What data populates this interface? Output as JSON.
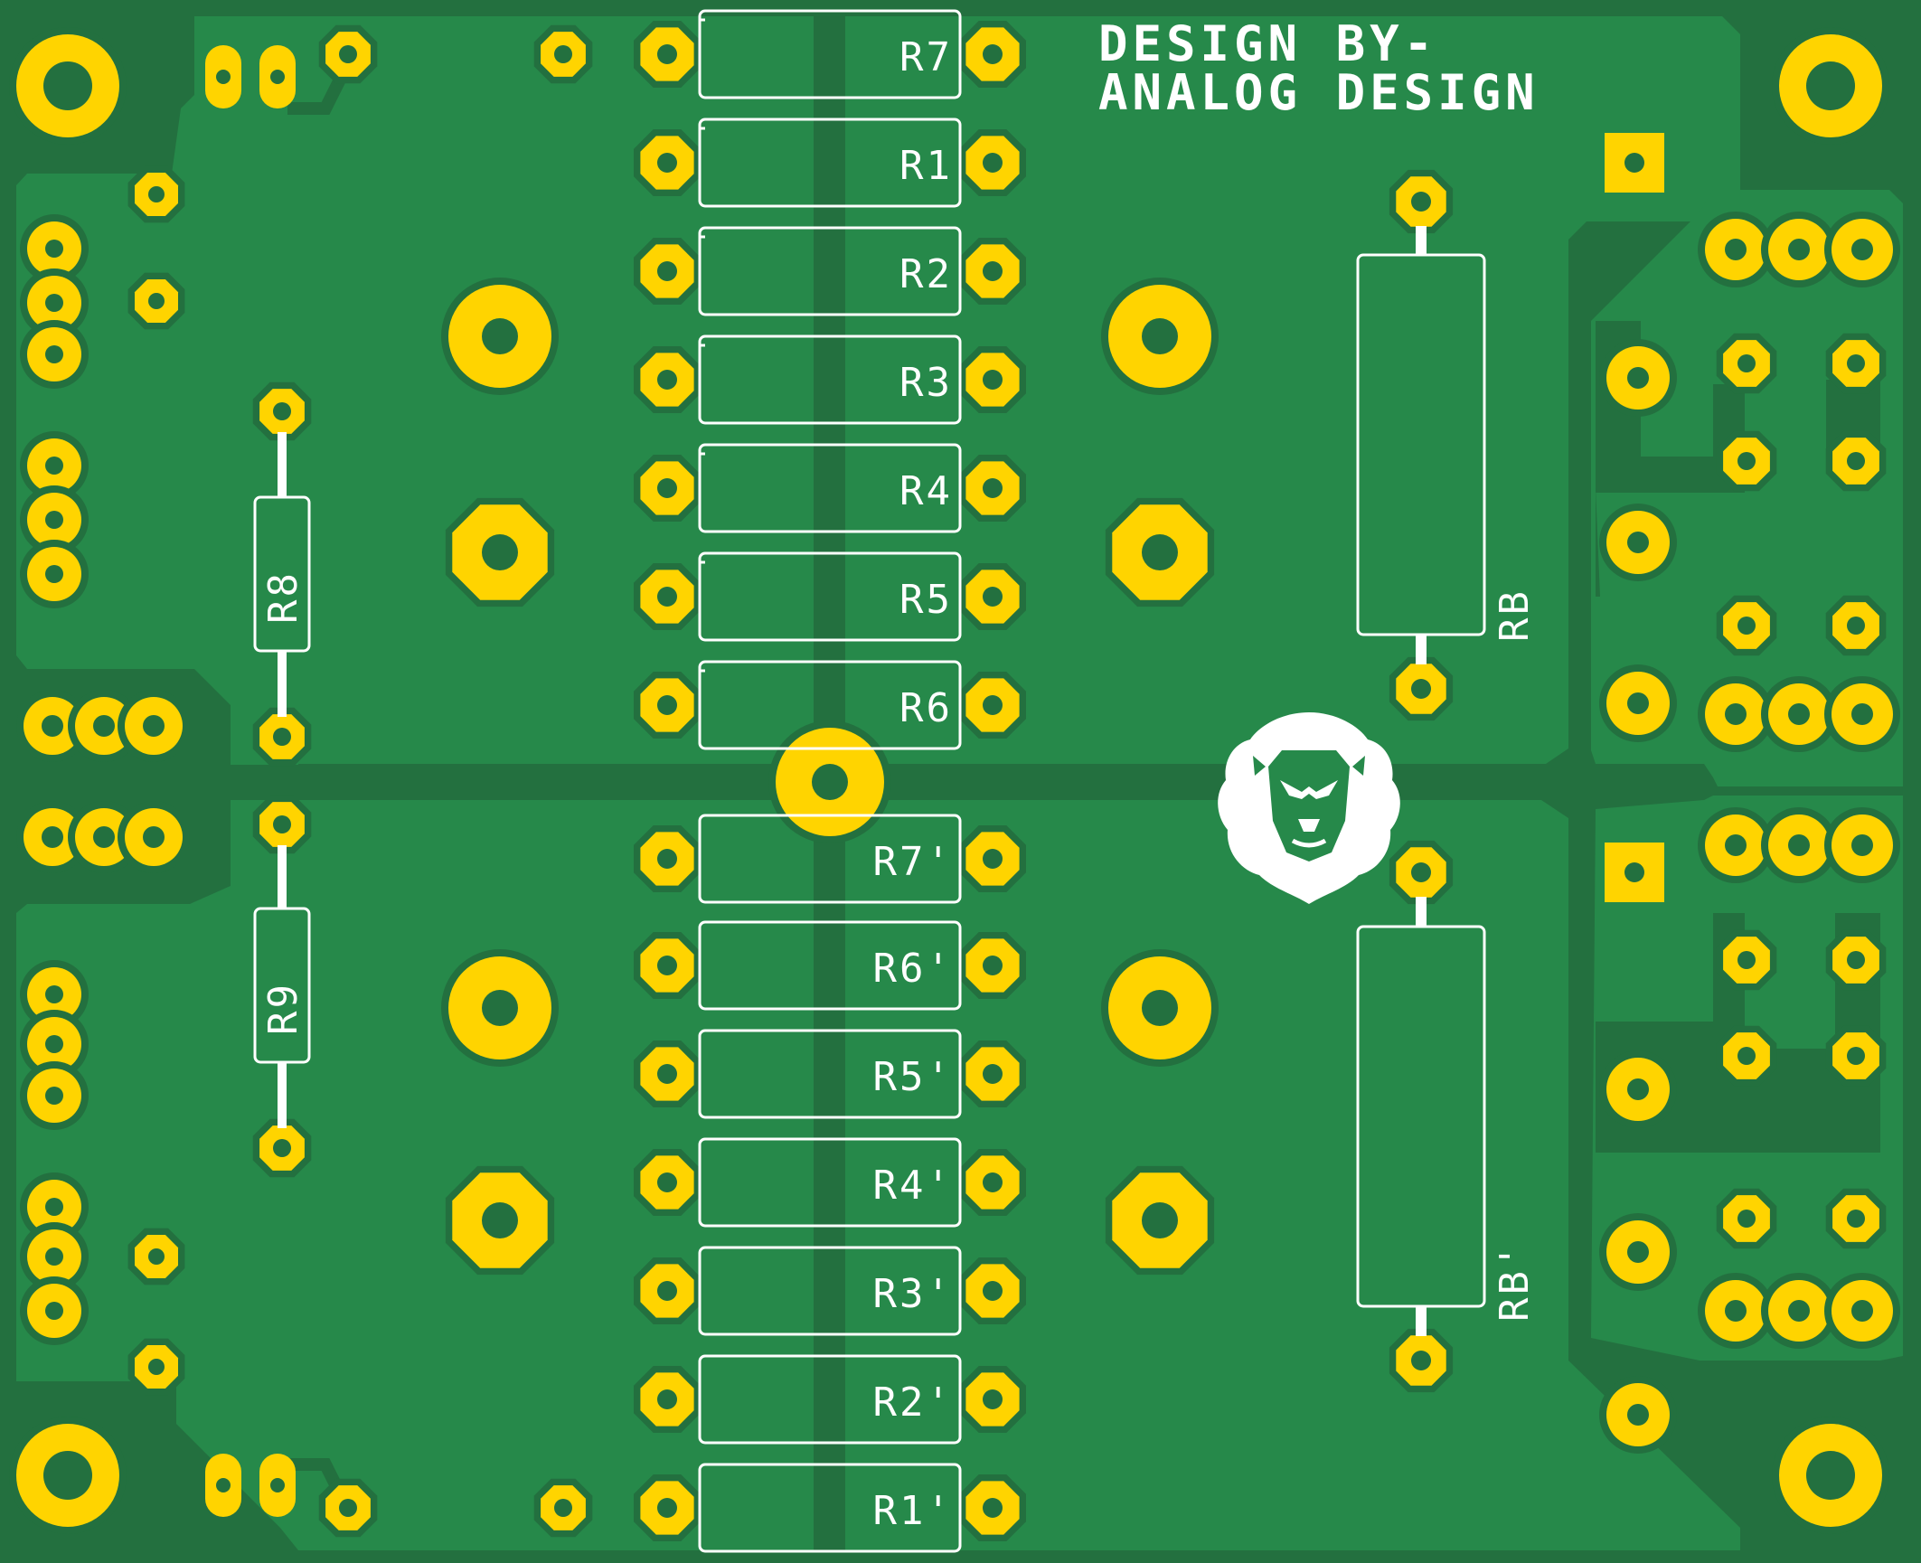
{
  "board": {
    "credit_line1": "DESIGN BY-",
    "credit_line2": "ANALOG DESIGN",
    "logo": "lion-head-logo",
    "colors": {
      "substrate": "#23703f",
      "copper_fill": "#26894a",
      "pad": "#ffd400",
      "hole": "#23703f",
      "silkscreen": "#ffffff"
    }
  },
  "resistors_top": [
    "R7",
    "R1",
    "R2",
    "R3",
    "R4",
    "R5",
    "R6"
  ],
  "resistors_bottom": [
    "R7'",
    "R6'",
    "R5'",
    "R4'",
    "R3'",
    "R2'",
    "R1'"
  ],
  "side_resistors": {
    "r8": "R8",
    "r9": "R9",
    "rb": "RB",
    "rb_prime": "RB'"
  }
}
